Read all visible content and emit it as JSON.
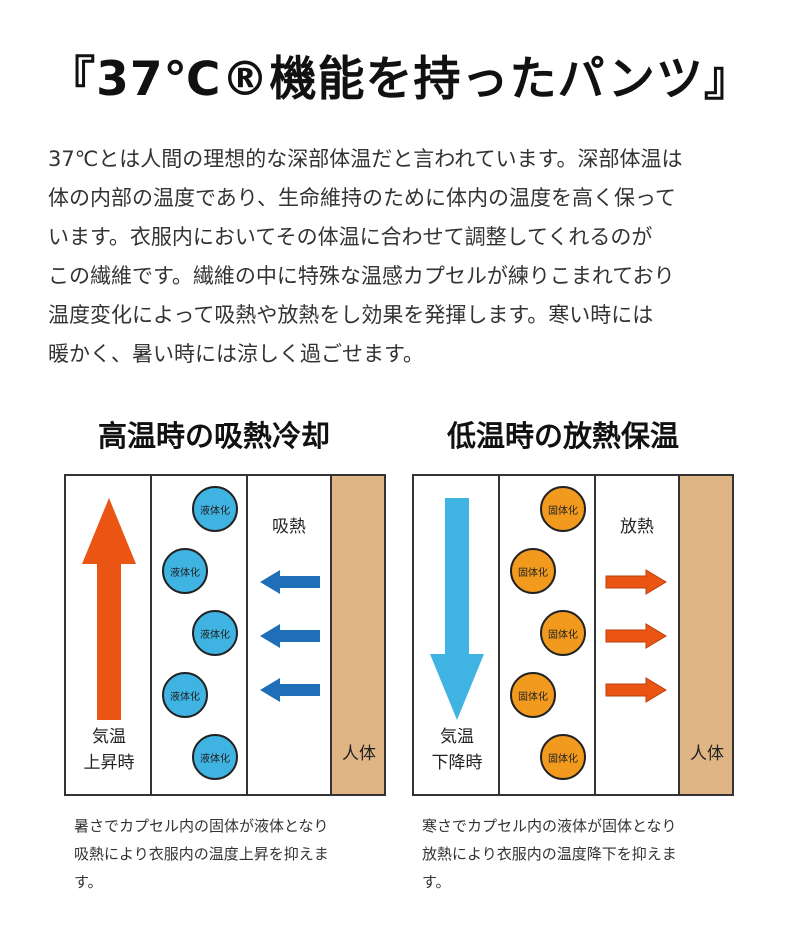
{
  "title": "『37℃®機能を持ったパンツ』",
  "intro": [
    "37℃とは人間の理想的な深部体温だと言われています。深部体温は",
    "体の内部の温度であり、生命維持のために体内の温度を高く保って",
    "います。衣服内においてその体温に合わせて調整してくれるのが",
    "この繊維です。繊維の中に特殊な温感カプセルが練りこまれており",
    "温度変化によって吸熱や放熱をし効果を発揮します。寒い時には",
    "暖かく、暑い時には涼しく過ごせます。"
  ],
  "left": {
    "heading": "高温時の吸熱冷却",
    "air_label_1": "気温",
    "air_label_2": "上昇時",
    "capsule": "液体化",
    "flow_label": "吸熱",
    "body_label": "人体",
    "caption": [
      "暑さでカプセル内の固体が液体となり",
      "吸熱により衣服内の温度上昇を抑えま",
      "す。"
    ]
  },
  "right": {
    "heading": "低温時の放熱保温",
    "air_label_1": "気温",
    "air_label_2": "下降時",
    "capsule": "固体化",
    "flow_label": "放熱",
    "body_label": "人体",
    "caption": [
      "寒さでカプセル内の液体が固体となり",
      "放熱により衣服内の温度降下を抑えま",
      "す。"
    ]
  },
  "colors": {
    "body": "#dfb585",
    "liquid_capsule": "#3fb3e2",
    "solid_capsule": "#f29a1e",
    "hot_arrow": "#ea5514",
    "cool_arrow": "#3fb3e2",
    "absorb_arrow": "#1e6fb8"
  }
}
